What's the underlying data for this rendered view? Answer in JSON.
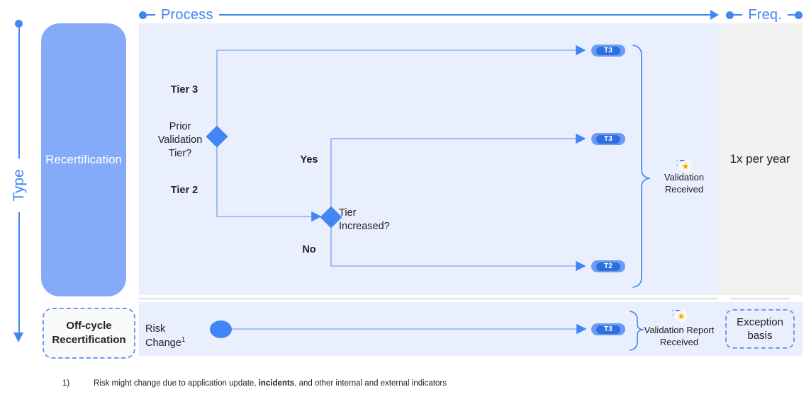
{
  "axes": {
    "horizontal": [
      {
        "label": "Process",
        "name": "process"
      },
      {
        "label": "Freq.",
        "name": "frequency"
      }
    ],
    "vertical": {
      "label": "Type"
    }
  },
  "colors": {
    "accent": "#4285F4",
    "accent_light": "#6B9BF5",
    "card": "#85AAF8",
    "panel_process": "#E9EFFC",
    "panel_freq": "#F1F1F1",
    "pill_inner": "#2E6FE0"
  },
  "rows": [
    {
      "type_label": "Recertification",
      "frequency": "1x per\nyear",
      "nodes": {
        "decision_1": "Prior\nValidation\nTier?",
        "decision_2": "Tier\nIncreased?"
      },
      "branch_labels": {
        "tier3": "Tier 3",
        "tier2": "Tier 2",
        "yes": "Yes",
        "no": "No"
      },
      "outcomes": [
        {
          "badge": "T3"
        },
        {
          "badge": "T3"
        },
        {
          "badge": "T2"
        }
      ],
      "result": "Validation\nReceived"
    },
    {
      "type_label": "Off-cycle\nRecertification",
      "frequency": "Exception\nbasis",
      "nodes": {
        "start": "Risk Change",
        "start_footnote_marker": "1"
      },
      "outcomes": [
        {
          "badge": "T3"
        }
      ],
      "result": "Validation Report\nReceived"
    }
  ],
  "footnote": {
    "number": "1)",
    "text_before": "Risk might change due to application update, ",
    "text_bold": "incidents",
    "text_after": ", and other internal and external indicators"
  }
}
